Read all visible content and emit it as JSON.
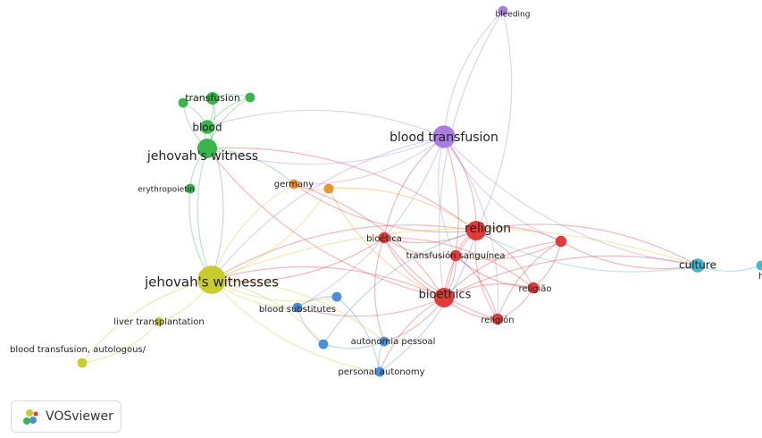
{
  "colors": {
    "red": "#e03a3a",
    "green": "#39b54a",
    "blue": "#4a90d9",
    "yellow": "#c9cc2e",
    "purple": "#a77ee0",
    "orange": "#f0932b",
    "cyan": "#3fb8d4"
  },
  "nodes": [
    {
      "id": "religion",
      "label": "religion",
      "cluster": "red",
      "weight": 5
    },
    {
      "id": "bioethics",
      "label": "bioethics",
      "cluster": "red",
      "weight": 5
    },
    {
      "id": "bioetica",
      "label": "bioética",
      "cluster": "red",
      "weight": 2
    },
    {
      "id": "transfusion_sanguinea",
      "label": "transfusión sanguínea",
      "cluster": "red",
      "weight": 2
    },
    {
      "id": "religiao",
      "label": "religião",
      "cluster": "red",
      "weight": 2
    },
    {
      "id": "religion_es",
      "label": "religión",
      "cluster": "red",
      "weight": 2
    },
    {
      "id": "red_unlabeled",
      "label": "",
      "cluster": "red",
      "weight": 2
    },
    {
      "id": "blood_transfusion",
      "label": "blood transfusion",
      "cluster": "purple",
      "weight": 6
    },
    {
      "id": "bleeding",
      "label": "bleeding",
      "cluster": "purple",
      "weight": 1.5
    },
    {
      "id": "jw_singular",
      "label": "jehovah's witness",
      "cluster": "green",
      "weight": 5
    },
    {
      "id": "blood",
      "label": "blood",
      "cluster": "green",
      "weight": 3
    },
    {
      "id": "transfusion",
      "label": "transfusion",
      "cluster": "green",
      "weight": 2.5
    },
    {
      "id": "green_small",
      "label": "",
      "cluster": "green",
      "weight": 1.5
    },
    {
      "id": "erythropoietin",
      "label": "erythropoietin",
      "cluster": "green",
      "weight": 1.5
    },
    {
      "id": "green_mid",
      "label": "",
      "cluster": "green",
      "weight": 1.5
    },
    {
      "id": "jw_plural",
      "label": "jehovah's witnesses",
      "cluster": "yellow",
      "weight": 8
    },
    {
      "id": "liver_transplantation",
      "label": "liver transplantation",
      "cluster": "yellow",
      "weight": 1.3
    },
    {
      "id": "bt_autologous",
      "label": "blood transfusion, autologous/",
      "cluster": "yellow",
      "weight": 1.5
    },
    {
      "id": "germany",
      "label": "germany",
      "cluster": "orange",
      "weight": 1.5
    },
    {
      "id": "orange_unlabeled",
      "label": "",
      "cluster": "orange",
      "weight": 1.5
    },
    {
      "id": "blood_substitutes",
      "label": "blood substitutes",
      "cluster": "blue",
      "weight": 1.5
    },
    {
      "id": "blue_unlabeled",
      "label": "",
      "cluster": "blue",
      "weight": 1.5
    },
    {
      "id": "autonomia_pessoal",
      "label": "autonomia pessoal",
      "cluster": "blue",
      "weight": 1.5
    },
    {
      "id": "personal_autonomy",
      "label": "personal autonomy",
      "cluster": "blue",
      "weight": 1.5
    },
    {
      "id": "blue_left",
      "label": "",
      "cluster": "blue",
      "weight": 1.5
    },
    {
      "id": "culture",
      "label": "culture",
      "cluster": "cyan",
      "weight": 3
    },
    {
      "id": "h_partial",
      "label": "h",
      "cluster": "cyan",
      "weight": 1.5
    }
  ],
  "edges": [
    [
      "religion",
      "bioethics"
    ],
    [
      "religion",
      "bioetica"
    ],
    [
      "religion",
      "transfusion_sanguinea"
    ],
    [
      "religion",
      "religiao"
    ],
    [
      "religion",
      "religion_es"
    ],
    [
      "religion",
      "red_unlabeled"
    ],
    [
      "religion",
      "blood_transfusion"
    ],
    [
      "religion",
      "culture"
    ],
    [
      "religion",
      "jw_plural"
    ],
    [
      "religion",
      "germany"
    ],
    [
      "religion",
      "jw_singular"
    ],
    [
      "bioethics",
      "bioetica"
    ],
    [
      "bioethics",
      "transfusion_sanguinea"
    ],
    [
      "bioethics",
      "religiao"
    ],
    [
      "bioethics",
      "religion_es"
    ],
    [
      "bioethics",
      "red_unlabeled"
    ],
    [
      "bioethics",
      "blood_transfusion"
    ],
    [
      "bioethics",
      "culture"
    ],
    [
      "bioethics",
      "jw_plural"
    ],
    [
      "bioethics",
      "autonomia_pessoal"
    ],
    [
      "bioethics",
      "personal_autonomy"
    ],
    [
      "bioethics",
      "blood_substitutes"
    ],
    [
      "bioethics",
      "germany"
    ],
    [
      "bioethics",
      "jw_singular"
    ],
    [
      "bioetica",
      "transfusion_sanguinea"
    ],
    [
      "bioetica",
      "religiao"
    ],
    [
      "bioetica",
      "religion_es"
    ],
    [
      "bioetica",
      "blood_transfusion"
    ],
    [
      "bioetica",
      "autonomia_pessoal"
    ],
    [
      "bioetica",
      "jw_plural"
    ],
    [
      "transfusion_sanguinea",
      "religiao"
    ],
    [
      "transfusion_sanguinea",
      "religion_es"
    ],
    [
      "transfusion_sanguinea",
      "red_unlabeled"
    ],
    [
      "religiao",
      "religion_es"
    ],
    [
      "religiao",
      "red_unlabeled"
    ],
    [
      "religion_es",
      "red_unlabeled"
    ],
    [
      "red_unlabeled",
      "culture"
    ],
    [
      "blood_transfusion",
      "bleeding"
    ],
    [
      "blood_transfusion",
      "jw_plural"
    ],
    [
      "blood_transfusion",
      "jw_singular"
    ],
    [
      "blood_transfusion",
      "blood"
    ],
    [
      "blood_transfusion",
      "germany"
    ],
    [
      "blood_transfusion",
      "transfusion_sanguinea"
    ],
    [
      "blood_transfusion",
      "religion_es"
    ],
    [
      "blood_transfusion",
      "red_unlabeled"
    ],
    [
      "blood_transfusion",
      "blood_substitutes"
    ],
    [
      "blood_transfusion",
      "culture"
    ],
    [
      "bleeding",
      "religion"
    ],
    [
      "bleeding",
      "bioethics"
    ],
    [
      "jw_singular",
      "blood"
    ],
    [
      "jw_singular",
      "transfusion"
    ],
    [
      "jw_singular",
      "green_small"
    ],
    [
      "jw_singular",
      "erythropoietin"
    ],
    [
      "jw_singular",
      "green_mid"
    ],
    [
      "jw_singular",
      "jw_plural"
    ],
    [
      "jw_singular",
      "germany"
    ],
    [
      "blood",
      "transfusion"
    ],
    [
      "blood",
      "green_small"
    ],
    [
      "blood",
      "green_mid"
    ],
    [
      "blood",
      "jw_plural"
    ],
    [
      "transfusion",
      "green_mid"
    ],
    [
      "transfusion",
      "green_small"
    ],
    [
      "erythropoietin",
      "jw_plural"
    ],
    [
      "jw_plural",
      "liver_transplantation"
    ],
    [
      "jw_plural",
      "bt_autologous"
    ],
    [
      "jw_plural",
      "germany"
    ],
    [
      "jw_plural",
      "blood_substitutes"
    ],
    [
      "jw_plural",
      "autonomia_pessoal"
    ],
    [
      "jw_plural",
      "personal_autonomy"
    ],
    [
      "jw_plural",
      "blue_left"
    ],
    [
      "jw_plural",
      "blue_unlabeled"
    ],
    [
      "jw_plural",
      "culture"
    ],
    [
      "jw_plural",
      "orange_unlabeled"
    ],
    [
      "liver_transplantation",
      "bt_autologous"
    ],
    [
      "germany",
      "orange_unlabeled"
    ],
    [
      "orange_unlabeled",
      "religion"
    ],
    [
      "orange_unlabeled",
      "bioethics"
    ],
    [
      "blood_substitutes",
      "blue_unlabeled"
    ],
    [
      "blood_substitutes",
      "blue_left"
    ],
    [
      "blue_unlabeled",
      "personal_autonomy"
    ],
    [
      "autonomia_pessoal",
      "personal_autonomy"
    ],
    [
      "autonomia_pessoal",
      "blue_left"
    ],
    [
      "personal_autonomy",
      "religion"
    ],
    [
      "blue_left",
      "religion"
    ],
    [
      "culture",
      "h_partial"
    ],
    [
      "culture",
      "religion"
    ]
  ],
  "logo": {
    "label": "VOSviewer",
    "icon": "vosviewer-logo-icon"
  }
}
